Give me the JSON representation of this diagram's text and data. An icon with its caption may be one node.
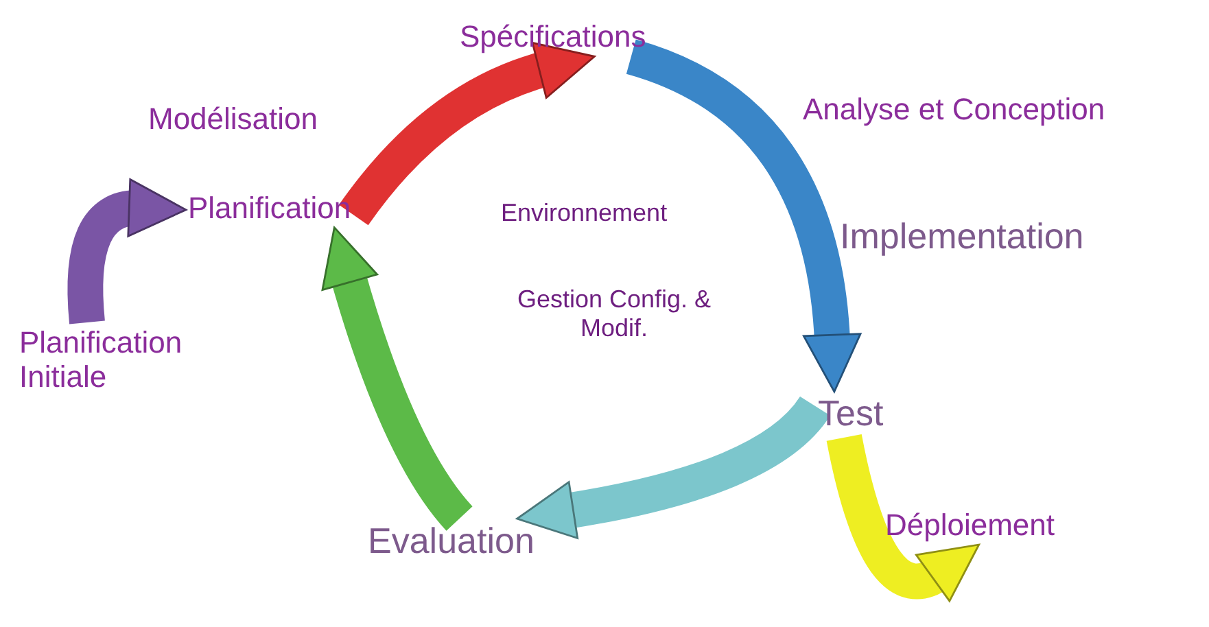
{
  "diagram": {
    "nodes": [
      {
        "text": [
          "Spécifications"
        ]
      },
      {
        "text": [
          "Planification"
        ]
      },
      {
        "text": [
          "Planification Initiale"
        ]
      },
      {
        "text": [
          "Test"
        ]
      },
      {
        "text": [
          "Déploiement"
        ]
      },
      {
        "text": [
          "Evaluation"
        ]
      }
    ],
    "edges": [
      {
        "from": 2,
        "to": 1,
        "arrow": "to",
        "color": "#7a55a5"
      },
      {
        "from": 1,
        "to": 0,
        "arrow": "to",
        "color": "#e03232"
      },
      {
        "from": 0,
        "to": 3,
        "arrow": "to",
        "color": "#3a86c8"
      },
      {
        "from": 3,
        "to": 5,
        "arrow": "to",
        "color": "#7cc6cc"
      },
      {
        "from": 5,
        "to": 1,
        "arrow": "to",
        "color": "#5cba48"
      },
      {
        "from": 3,
        "to": 4,
        "arrow": "to",
        "color": "#eeee22"
      }
    ],
    "labels": [
      "Modélisation",
      "Analyse et Conception",
      "Environnement",
      "Implementation",
      "Gestion Config. & Modif."
    ]
  }
}
